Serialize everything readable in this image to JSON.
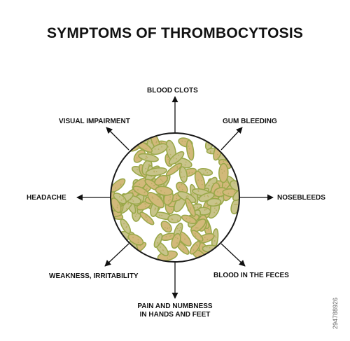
{
  "title": "SYMPTOMS OF THROMBOCYTOSIS",
  "symptoms": [
    {
      "id": "blood-clots",
      "text": "BLOOD CLOTS"
    },
    {
      "id": "gum-bleeding",
      "text": "GUM BLEEDING"
    },
    {
      "id": "nosebleeds",
      "text": "NOSEBLEEDS"
    },
    {
      "id": "blood-in-feces",
      "text": "BLOOD IN THE FECES"
    },
    {
      "id": "pain-numbness",
      "text": "PAIN AND NUMBNESS IN HANDS AND FEET",
      "lines": [
        "PAIN AND NUMBNESS",
        "IN HANDS AND FEET"
      ]
    },
    {
      "id": "weakness",
      "text": "WEAKNESS, IRRITABILITY"
    },
    {
      "id": "headache",
      "text": "HEADACHE"
    },
    {
      "id": "visual-impairment",
      "text": "VISUAL IMPAIRMENT"
    }
  ],
  "watermark": "294788926",
  "colors": {
    "text": "#111111",
    "circle_stroke": "#1a1a1a",
    "cell_fill": "#d2b97a",
    "cell_fill_alt": "#c8c48a",
    "cell_edge": "#9aa84a",
    "granule": "#b9ad60"
  }
}
